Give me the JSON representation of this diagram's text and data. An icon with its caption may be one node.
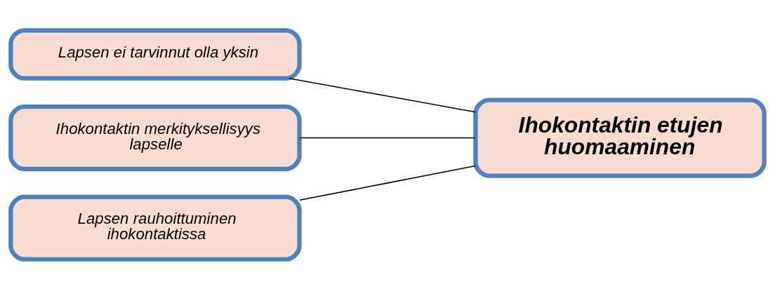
{
  "diagram": {
    "nodes": [
      {
        "text": [
          "Lapsen ei tarvinnut olla yksin"
        ]
      },
      {
        "text": [
          "Ihokontaktin merkityksellisyys lapselle"
        ]
      },
      {
        "text": [
          "Lapsen rauhoittuminen ihokontaktissa"
        ]
      },
      {
        "text": [
          "Ihokontaktin etujen huomaaminen"
        ]
      }
    ],
    "edges": [
      {
        "from": 0,
        "to": 3,
        "arrow": "none"
      },
      {
        "from": 1,
        "to": 3,
        "arrow": "none"
      },
      {
        "from": 2,
        "to": 3,
        "arrow": "none"
      }
    ]
  }
}
